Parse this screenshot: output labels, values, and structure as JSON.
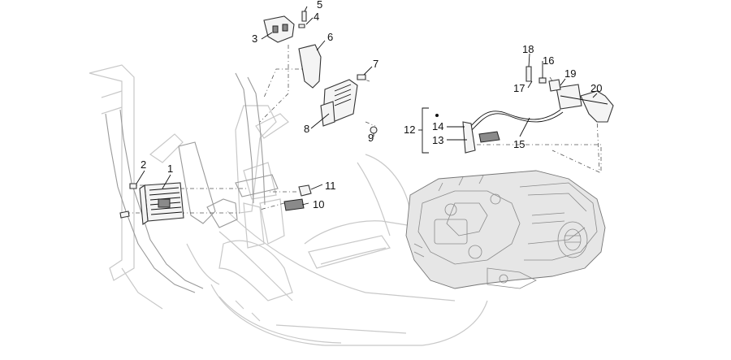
{
  "callouts": [
    {
      "id": "c1",
      "label": "1"
    },
    {
      "id": "c2",
      "label": "2"
    },
    {
      "id": "c3",
      "label": "3"
    },
    {
      "id": "c4",
      "label": "4"
    },
    {
      "id": "c5",
      "label": "5"
    },
    {
      "id": "c6",
      "label": "6"
    },
    {
      "id": "c7",
      "label": "7"
    },
    {
      "id": "c8",
      "label": "8"
    },
    {
      "id": "c9",
      "label": "9"
    },
    {
      "id": "c10",
      "label": "10"
    },
    {
      "id": "c11",
      "label": "11"
    },
    {
      "id": "c12",
      "label": "12"
    },
    {
      "id": "c13",
      "label": "13"
    },
    {
      "id": "c14",
      "label": "14"
    },
    {
      "id": "c15",
      "label": "15"
    },
    {
      "id": "c16",
      "label": "16"
    },
    {
      "id": "c17",
      "label": "17"
    },
    {
      "id": "c18",
      "label": "18"
    },
    {
      "id": "c19",
      "label": "19"
    },
    {
      "id": "c20",
      "label": "20"
    }
  ],
  "colors": {
    "background": "#ffffff",
    "lines": "#333333",
    "frame": "#c8c8c8"
  }
}
